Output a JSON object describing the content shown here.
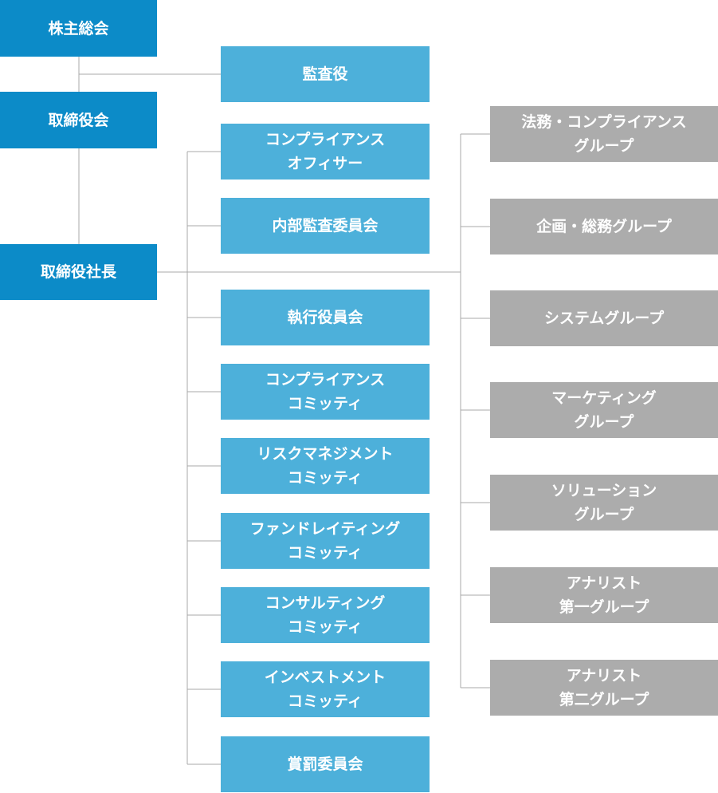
{
  "colors": {
    "governance_box": "#0c8bc8",
    "committee_box": "#4db0da",
    "group_box": "#acacac",
    "connector_line": "#a8a8a8",
    "text": "#ffffff"
  },
  "governance": {
    "shareholders_meeting": "株主総会",
    "board_of_directors": "取締役会",
    "president": "取締役社長",
    "auditor": "監査役"
  },
  "committees": [
    "コンプライアンス\nオフィサー",
    "内部監査委員会",
    "執行役員会",
    "コンプライアンス\nコミッティ",
    "リスクマネジメント\nコミッティ",
    "ファンドレイティング\nコミッティ",
    "コンサルティング\nコミッティ",
    "インベストメント\nコミッティ",
    "賞罰委員会"
  ],
  "groups": [
    "法務・コンプライアンス\nグループ",
    "企画・総務グループ",
    "システムグループ",
    "マーケティング\nグループ",
    "ソリューション\nグループ",
    "アナリスト\n第一グループ",
    "アナリスト\n第二グループ"
  ]
}
